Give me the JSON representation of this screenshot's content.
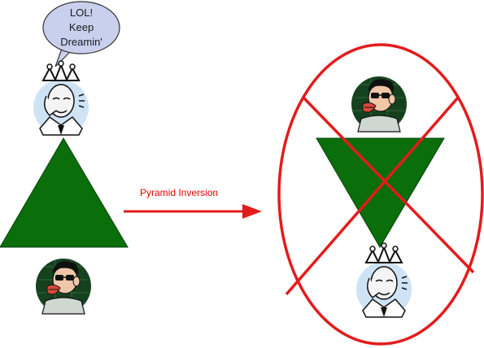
{
  "speech_bubble": {
    "lines": [
      "LOL!",
      "Keep",
      "Dreamin'"
    ]
  },
  "arrow": {
    "label": "Pyramid Inversion"
  },
  "colors": {
    "pyramid_fill": "#0a6e0a",
    "pyramid_stroke": "#04410a",
    "rejection_red": "#e41b1b",
    "bubble_fill": "#c9d0ee",
    "king_circle": "#cfe3f6"
  },
  "icons": [
    "king-avatar",
    "nerd-avatar",
    "speech-bubble",
    "cross-out-mark"
  ]
}
